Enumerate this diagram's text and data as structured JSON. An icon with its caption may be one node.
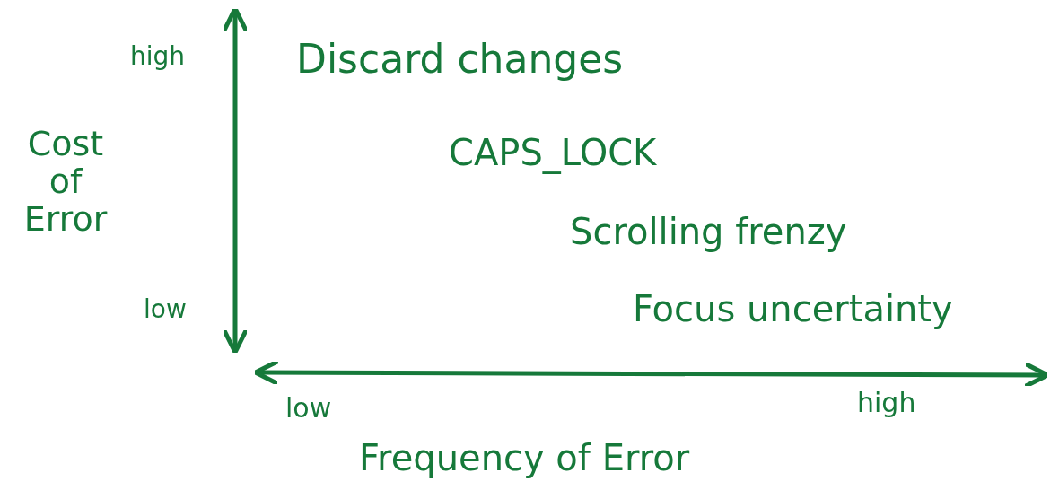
{
  "diagram": {
    "labels": [
      "high",
      "Cost of Error",
      "low",
      "Discard changes",
      "CAPS_LOCK",
      "Scrolling frenzy",
      "Focus uncertainty",
      "low",
      "high",
      "Frequency of Error"
    ]
  }
}
